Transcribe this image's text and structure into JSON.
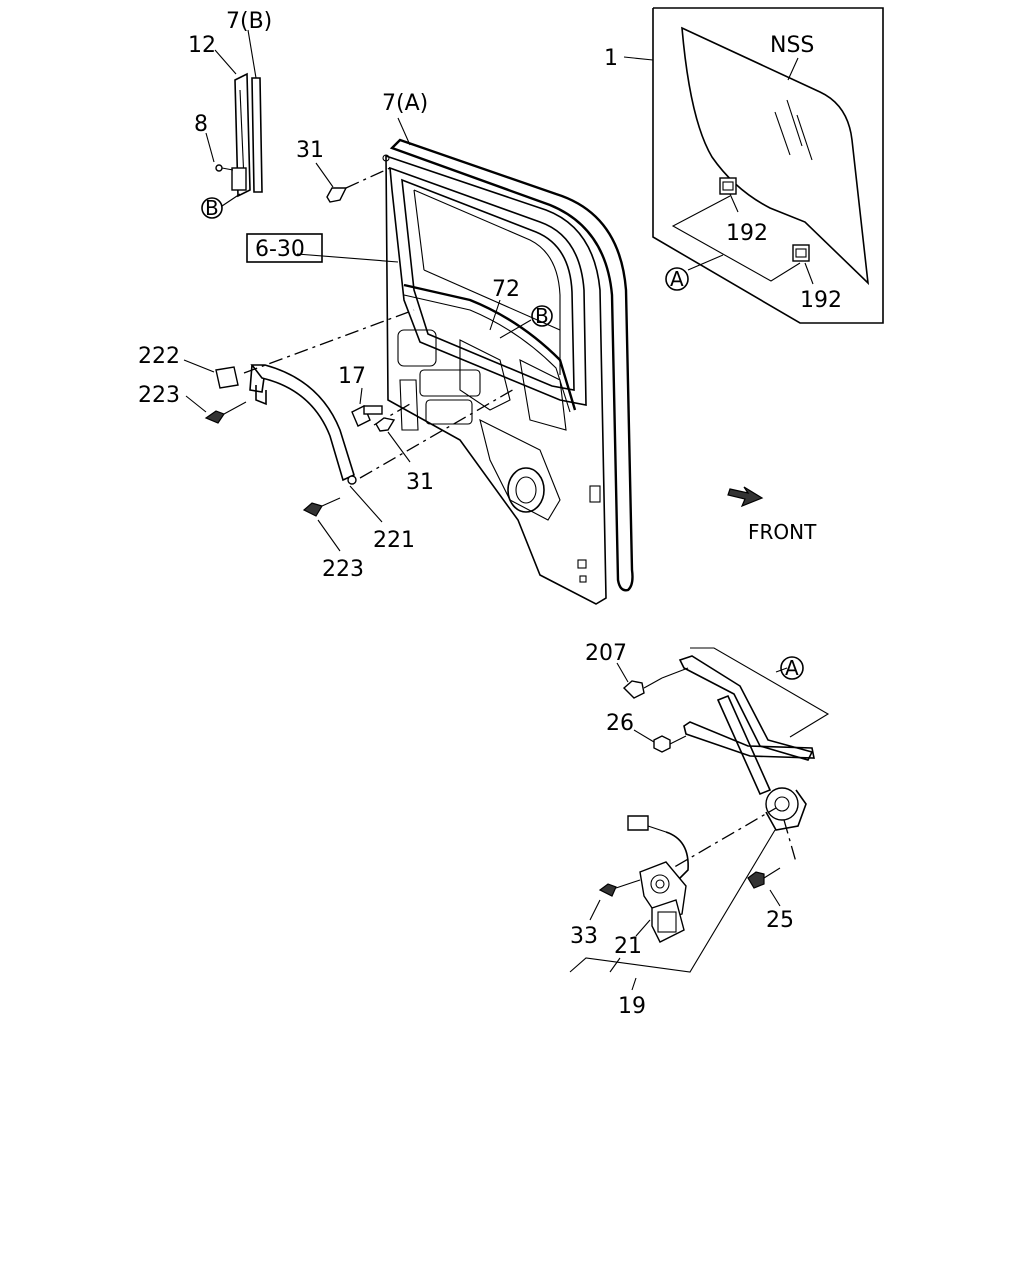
{
  "labels": {
    "p7b": "7(B)",
    "p12": "12",
    "p8": "8",
    "pB_top": "B",
    "p7a": "7(A)",
    "p31_top": "31",
    "p630": "6-30",
    "p72": "72",
    "pB_mid": "B",
    "p222": "222",
    "p223_top": "223",
    "p17": "17",
    "p31_mid": "31",
    "p221": "221",
    "p223_bot": "223",
    "p1": "1",
    "nss": "NSS",
    "p192_a": "192",
    "pA_top": "A",
    "p192_b": "192",
    "front": "FRONT",
    "p207": "207",
    "pA_reg": "A",
    "p26": "26",
    "p25": "25",
    "p33": "33",
    "p21": "21",
    "p19": "19"
  }
}
